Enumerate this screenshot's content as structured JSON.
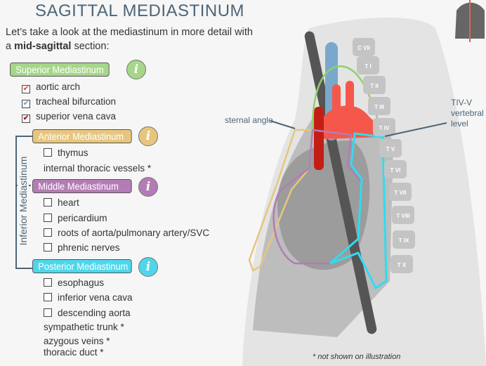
{
  "title": "SAGITTAL MEDIASTINUM",
  "intro": {
    "line1": "Let’s take a look at the mediastinum in more detail with",
    "line2_prefix": "a ",
    "line2_bold": "mid-sagittal",
    "line2_suffix": " section:"
  },
  "info_glyph": "i",
  "superior": {
    "label": "Superior Mediastinum",
    "color": "#a6d68a",
    "items": [
      {
        "label": "aortic arch",
        "checked": true,
        "check_color": "#f0574a"
      },
      {
        "label": "tracheal bifurcation",
        "checked": true,
        "check_color": "#7aa8cc"
      },
      {
        "label": "superior vena cava",
        "checked": true,
        "check_color": "#a01818"
      }
    ]
  },
  "inferior_label": "Inferior Mediastinum",
  "anterior": {
    "label": "Anterior Mediastinum",
    "color": "#e6c67e",
    "items": [
      {
        "label": "thymus",
        "checked": false
      }
    ],
    "notes": [
      "internal thoracic vessels *"
    ]
  },
  "middle": {
    "label": "Middle Mediastinum",
    "color": "#b47cb5",
    "items": [
      {
        "label": "heart",
        "checked": false
      },
      {
        "label": "pericardium",
        "checked": false
      },
      {
        "label": "roots of aorta/pulmonary artery/SVC",
        "checked": false
      },
      {
        "label": "phrenic nerves",
        "checked": false
      }
    ]
  },
  "posterior": {
    "label": "Posterior Mediastinum",
    "color": "#4fd6ea",
    "items": [
      {
        "label": "esophagus",
        "checked": false
      },
      {
        "label": "inferior vena cava",
        "checked": false
      },
      {
        "label": "descending aorta",
        "checked": false
      }
    ],
    "notes": [
      "sympathetic trunk *",
      "azygous veins *",
      "thoracic duct *"
    ]
  },
  "illustration": {
    "sternal_angle": "sternal angle",
    "level_line1": "TIV-V",
    "level_line2": "vertebral",
    "level_line3": "level",
    "vertebrae": [
      "C VII",
      "T I",
      "T II",
      "T III",
      "T IV",
      "T V",
      "T VI",
      "T VII",
      "T VIII",
      "T IX",
      "T X"
    ]
  },
  "footnote": "* not shown on illustration"
}
